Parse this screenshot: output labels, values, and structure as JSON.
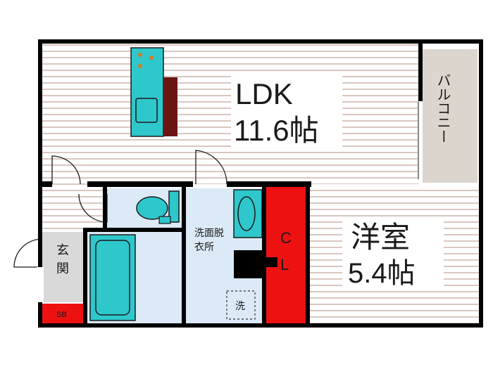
{
  "rooms": {
    "ldk": {
      "name": "LDK",
      "size": "11.6帖"
    },
    "western": {
      "name": "洋室",
      "size": "5.4帖"
    },
    "balcony": {
      "name": "バルコニー"
    },
    "closet": {
      "line1": "C",
      "line2": "L"
    },
    "washroom": {
      "line1": "洗面脱",
      "line2": "衣所"
    },
    "entrance": {
      "line1": "玄",
      "line2": "関"
    },
    "shoebox": {
      "name": "SB"
    },
    "washer": {
      "name": "洗"
    }
  },
  "colors": {
    "wall": "#000000",
    "floor_stripe": "#d9c7c0",
    "closet_red": "#ee1111",
    "shoebox_red": "#ee1111",
    "fixture_cyan": "#2ec7cc",
    "wet_area": "#dbeaf6",
    "entrance_gray": "#d9d9d9",
    "balcony_beige": "#dcd5cd",
    "counter_brown": "#6b1414",
    "burner_orange": "#d77a1e"
  },
  "icons": {
    "kitchen": "kitchen-sink-icon",
    "stove": "stove-burner-icon",
    "toilet": "toilet-icon",
    "bathtub": "bathtub-icon",
    "vanity": "washbasin-icon",
    "washer": "washing-machine-pan-icon"
  }
}
